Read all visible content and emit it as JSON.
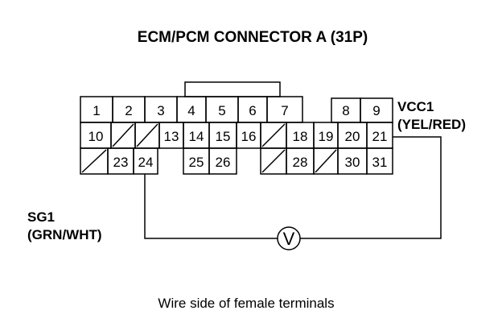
{
  "title": "ECM/PCM CONNECTOR A (31P)",
  "caption": "Wire side of female terminals",
  "vcc": {
    "name": "VCC1",
    "color": "(YEL/RED)"
  },
  "sg": {
    "name": "SG1",
    "color": "(GRN/WHT)"
  },
  "meter_symbol": "V",
  "pins": {
    "p1": "1",
    "p2": "2",
    "p3": "3",
    "p4": "4",
    "p5": "5",
    "p6": "6",
    "p7": "7",
    "p8": "8",
    "p9": "9",
    "p10": "10",
    "p13": "13",
    "p14": "14",
    "p15": "15",
    "p16": "16",
    "p18": "18",
    "p19": "19",
    "p20": "20",
    "p21": "21",
    "p23": "23",
    "p24": "24",
    "p25": "25",
    "p26": "26",
    "p28": "28",
    "p30": "30",
    "p31": "31"
  }
}
